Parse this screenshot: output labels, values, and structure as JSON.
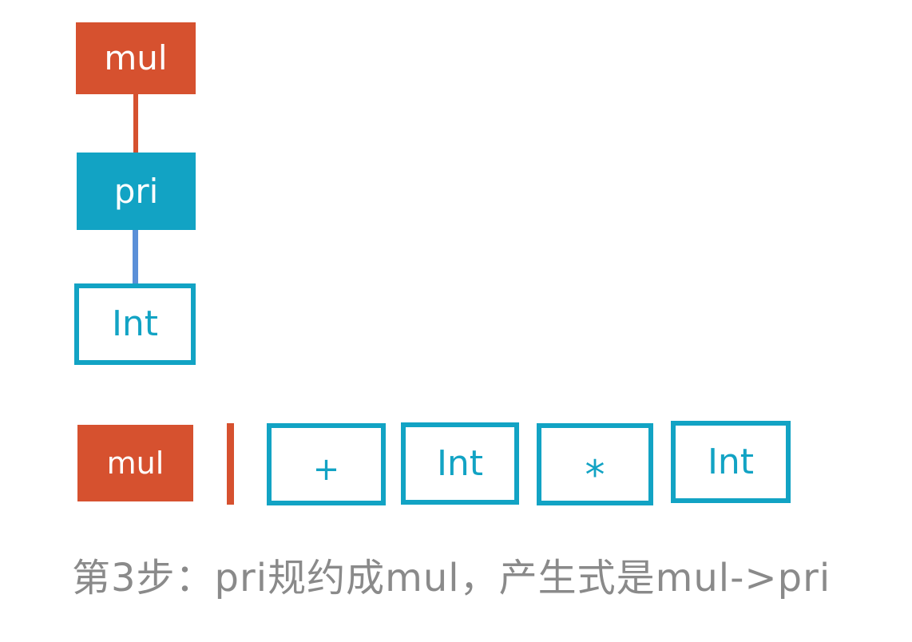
{
  "colors": {
    "red": "#d6512f",
    "teal": "#12a3c4",
    "blue": "#5b90d8",
    "caption_gray": "#8a8a8a",
    "background": "#ffffff"
  },
  "tree": {
    "nodes": [
      {
        "label": "mul",
        "variant": "red-filled"
      },
      {
        "label": "pri",
        "variant": "teal-filled"
      },
      {
        "label": "Int",
        "variant": "teal-outline"
      }
    ],
    "edges": [
      {
        "from": "mul",
        "to": "pri",
        "color": "#d6512f"
      },
      {
        "from": "pri",
        "to": "Int",
        "color": "#5b90d8"
      }
    ]
  },
  "stack_row": {
    "reduced_label": "mul",
    "separator": "red-vertical-bar",
    "tokens": [
      {
        "label": "+"
      },
      {
        "label": "Int"
      },
      {
        "label": "*"
      },
      {
        "label": "Int"
      }
    ]
  },
  "caption": {
    "text": "第3步：pri规约成mul，产生式是mul->pri"
  }
}
